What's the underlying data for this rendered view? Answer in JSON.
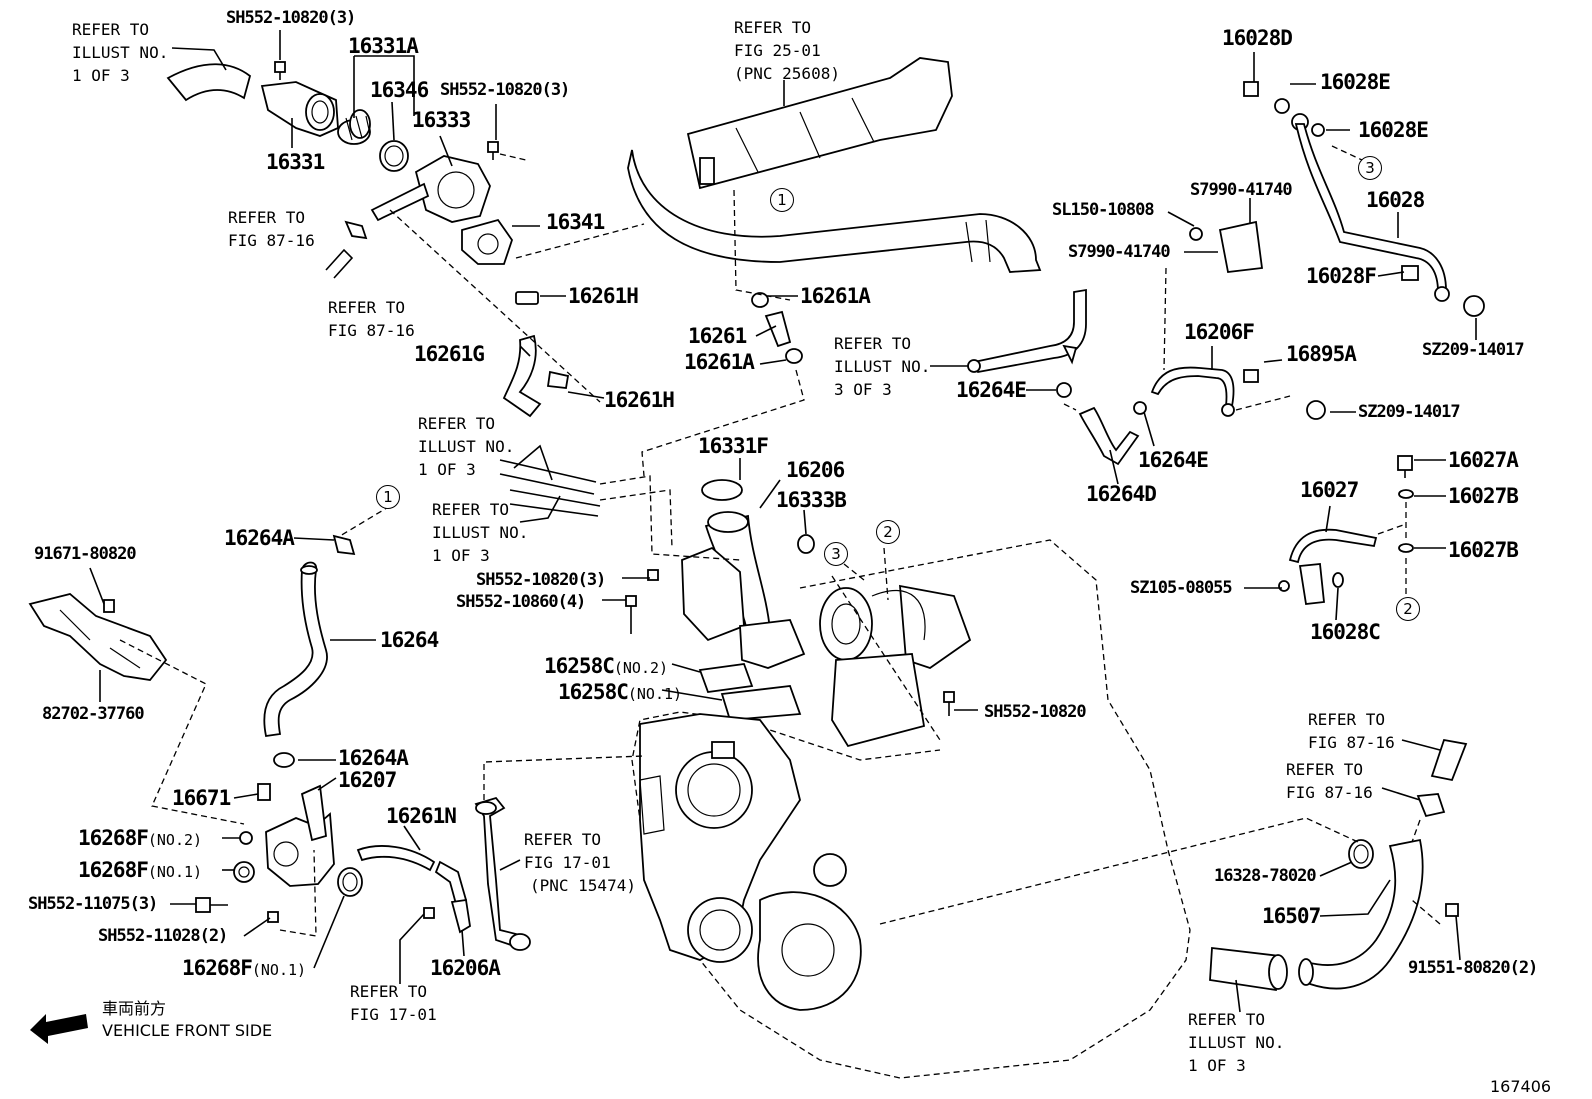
{
  "diagram": {
    "figure_id": "167406",
    "direction_note": {
      "jp": "車両前方",
      "en": "VEHICLE FRONT SIDE"
    }
  },
  "references": {
    "illust1_topleft": [
      "REFER TO",
      "ILLUST NO.",
      "1 OF 3"
    ],
    "fig2501": [
      "REFER TO",
      "FIG 25-01",
      "(PNC 25608)"
    ],
    "fig8716_a": [
      "REFER TO",
      "FIG 87-16"
    ],
    "fig8716_b": [
      "REFER TO",
      "FIG 87-16"
    ],
    "illust3": [
      "REFER TO",
      "ILLUST NO.",
      "3 OF 3"
    ],
    "illust1_mid_a": [
      "REFER TO",
      "ILLUST NO.",
      "1 OF 3"
    ],
    "illust1_mid_b": [
      "REFER TO",
      "ILLUST NO.",
      "1 OF 3"
    ],
    "fig1701_a": [
      "REFER TO",
      "FIG 17-01",
      "(PNC 15474)"
    ],
    "fig1701_b": [
      "REFER TO",
      "FIG 17-01"
    ],
    "fig8716_c": [
      "REFER TO",
      "FIG 87-16"
    ],
    "fig8716_d": [
      "REFER TO",
      "FIG 87-16"
    ],
    "illust1_bottom": [
      "REFER TO",
      "ILLUST NO.",
      "1 OF 3"
    ]
  },
  "parts": {
    "p_sh552_10820_3_top": "SH552-10820(3)",
    "p_16331A": "16331A",
    "p_16346": "16346",
    "p_sh552_10820_3_b": "SH552-10820(3)",
    "p_16333": "16333",
    "p_16331": "16331",
    "p_16341": "16341",
    "p_16261H_a": "16261H",
    "p_16261G": "16261G",
    "p_16261H_b": "16261H",
    "p_16261A_a": "16261A",
    "p_16261": "16261",
    "p_16261A_b": "16261A",
    "p_16028D": "16028D",
    "p_16028E_a": "16028E",
    "p_16028E_b": "16028E",
    "p_16028": "16028",
    "p_16028F": "16028F",
    "p_sz209_14017_a": "SZ209-14017",
    "p_s7990_41740_a": "S7990-41740",
    "p_sl150_10808": "SL150-10808",
    "p_s7990_41740_b": "S7990-41740",
    "p_16206F": "16206F",
    "p_16895A": "16895A",
    "p_sz209_14017_b": "SZ209-14017",
    "p_16264E_a": "16264E",
    "p_16264E_b": "16264E",
    "p_16264D": "16264D",
    "p_16027A": "16027A",
    "p_16027": "16027",
    "p_16027B_a": "16027B",
    "p_16027B_b": "16027B",
    "p_sz105_08055": "SZ105-08055",
    "p_16028C": "16028C",
    "p_16331F": "16331F",
    "p_16206": "16206",
    "p_16333B": "16333B",
    "p_16264A_a": "16264A",
    "p_16264": "16264",
    "p_91671_80820": "91671-80820",
    "p_82702_37760": "82702-37760",
    "p_sh552_10820_3_c": "SH552-10820(3)",
    "p_sh552_10860_4": "SH552-10860(4)",
    "p_16258C_no2": "16258C",
    "p_16258C_no2_sfx": "(NO.2)",
    "p_16258C_no1": "16258C",
    "p_16258C_no1_sfx": "(NO.1)",
    "p_sh552_10820": "SH552-10820",
    "p_16264A_b": "16264A",
    "p_16207": "16207",
    "p_16671": "16671",
    "p_16268F_no2": "16268F",
    "p_16268F_no2_sfx": "(NO.2)",
    "p_16268F_no1": "16268F",
    "p_16268F_no1_sfx": "(NO.1)",
    "p_sh552_11075_3": "SH552-11075(3)",
    "p_sh552_11028_2": "SH552-11028(2)",
    "p_16268F_no1b": "16268F",
    "p_16268F_no1b_sfx": "(NO.1)",
    "p_16261N": "16261N",
    "p_16206A": "16206A",
    "p_16328_78020": "16328-78020",
    "p_16507": "16507",
    "p_91551_80820_2": "91551-80820(2)"
  },
  "callouts": {
    "c1": "1",
    "c2": "2",
    "c3": "3"
  }
}
